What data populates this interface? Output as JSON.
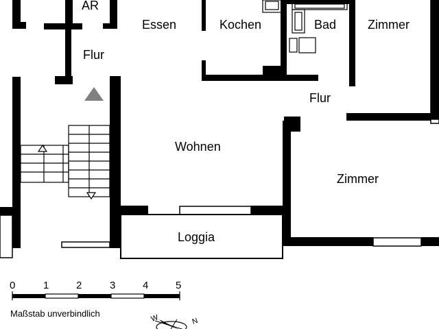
{
  "rooms": {
    "ar": "AR",
    "essen": "Essen",
    "kochen": "Kochen",
    "bad": "Bad",
    "zimmer_top": "Zimmer",
    "flur_left": "Flur",
    "flur_right": "Flur",
    "wohnen": "Wohnen",
    "zimmer_bottom": "Zimmer",
    "loggia": "Loggia"
  },
  "scale": {
    "ticks": [
      "0",
      "1",
      "2",
      "3",
      "4",
      "5"
    ],
    "note": "Maßstab unverbindlich"
  },
  "compass": {
    "w": "W",
    "n": "N"
  }
}
